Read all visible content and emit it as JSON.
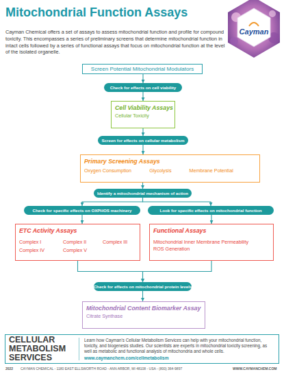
{
  "diagram": {
    "title": "Mitochondrial Function Assays",
    "nodes": [
      {
        "text": [
          "Screen Potential Mitochondrial Modulators"
        ]
      },
      {
        "text": [
          "Check for effects on cell viability"
        ]
      },
      {
        "text": [
          "Cell Viability Assays",
          "Cellular Toxicity"
        ]
      },
      {
        "text": [
          "Screen for effects on cellular metabolism"
        ]
      },
      {
        "text": [
          "Primary Screening Assays",
          "Oxygen Consumption",
          "Glycolysis",
          "Membrane Potential"
        ]
      },
      {
        "text": [
          "Identify a mitochondrial mechanism of action"
        ]
      },
      {
        "text": [
          "Check for specific effects on OXPHOS machinery"
        ]
      },
      {
        "text": [
          "Look for specific effects on mitochondrial function"
        ]
      },
      {
        "text": [
          "ETC Activity Assays",
          "Complex I",
          "Complex II",
          "Complex III",
          "Complex IV",
          "Complex V"
        ]
      },
      {
        "text": [
          "Functional Assays",
          "Mitochondrial Inner Membrane Permeability",
          "ROS Generation"
        ]
      },
      {
        "text": [
          "Check for effects on mitochondrial protein levels"
        ]
      },
      {
        "text": [
          "Mitochondrial Content Biomarker Assay",
          "Citrate Synthase"
        ]
      },
      {
        "text": [
          "CELLULAR METABOLISM SERVICES",
          "Learn how Cayman's Cellular Metabolism Services can help with your mitochondrial function, toxicity, and biogenesis studies. Our scientists are experts in mitochondrial toxicity screening, as well as metabolic and functional analysis of mitochondria and whole cells.",
          "www.caymanchem.com/cellmetabolism"
        ]
      }
    ],
    "edges": [
      {
        "from": 0,
        "to": 1,
        "arrow": "to"
      },
      {
        "from": 1,
        "to": 2,
        "arrow": "to"
      },
      {
        "from": 2,
        "to": 3,
        "arrow": "to"
      },
      {
        "from": 3,
        "to": 4,
        "arrow": "to"
      },
      {
        "from": 4,
        "to": 5,
        "arrow": "to"
      },
      {
        "from": 5,
        "to": 6,
        "arrow": "to"
      },
      {
        "from": 5,
        "to": 7,
        "arrow": "to"
      },
      {
        "from": 6,
        "to": 8,
        "arrow": "to"
      },
      {
        "from": 7,
        "to": 9,
        "arrow": "to"
      },
      {
        "from": 8,
        "to": 10,
        "arrow": "to"
      },
      {
        "from": 9,
        "to": 10,
        "arrow": "to"
      },
      {
        "from": 10,
        "to": 11,
        "arrow": "to"
      }
    ],
    "labels": [
      "Cayman Chemical offers a set of assays to assess mitochondrial function and profile for compound toxicity. This encompasses a series of preliminary screens that determine mitochondrial function in intact cells followed by a series of functional assays that focus on mitochondrial function at the level of the isolated organelle.",
      "Cayman",
      "2022",
      "CAYMAN CHEMICAL - 1180 EAST ELLSWORTH ROAD - ANN ARBOR, MI 48108 - USA - (800) 364-9897",
      "WWW.CAYMANCHEM.COM"
    ]
  }
}
